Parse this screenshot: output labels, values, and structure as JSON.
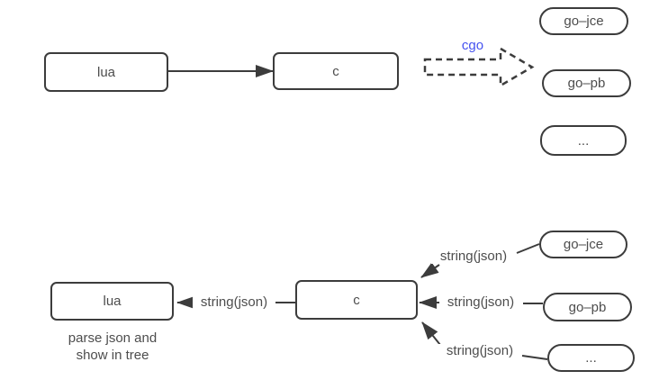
{
  "colors": {
    "stroke": "#3c3c3c",
    "text": "#4d4d4d",
    "cgo_blue": "#4552f0",
    "background": "#ffffff"
  },
  "top_flow": {
    "lua": "lua",
    "c": "c",
    "cgo": "cgo",
    "targets": [
      {
        "label": "go–jce"
      },
      {
        "label": "go–pb"
      },
      {
        "label": "..."
      }
    ]
  },
  "bottom_flow": {
    "lua": "lua",
    "c": "c",
    "caption": {
      "line1": "parse json and",
      "line2": "show in tree"
    },
    "label_c_to_lua": "string(json)",
    "sources": [
      {
        "label": "go–jce",
        "edge_label": "string(json)"
      },
      {
        "label": "go–pb",
        "edge_label": "string(json)"
      },
      {
        "label": "...",
        "edge_label": "string(json)"
      }
    ]
  }
}
